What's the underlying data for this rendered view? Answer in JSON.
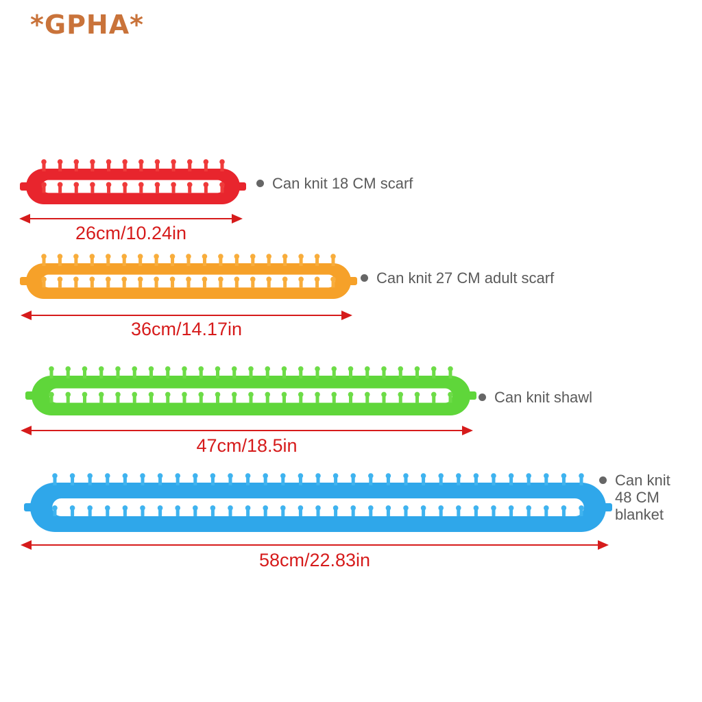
{
  "brand": {
    "text": "*GPHA*",
    "color": "#c9733a"
  },
  "looms": [
    {
      "name": "red",
      "color": "#e8252d",
      "peg_color": "#ef3a3a",
      "pegs_per_row": 12,
      "note": "Can knit 18 CM scarf",
      "size_label": "26cm/10.24in"
    },
    {
      "name": "orange",
      "color": "#f6a129",
      "peg_color": "#f8ad3c",
      "pegs_per_row": 19,
      "note": "Can knit 27 CM adult scarf",
      "size_label": "36cm/14.17in"
    },
    {
      "name": "green",
      "color": "#5fd63a",
      "peg_color": "#6ddc47",
      "pegs_per_row": 25,
      "note": "Can knit shawl",
      "size_label": "47cm/18.5in"
    },
    {
      "name": "blue",
      "color": "#2fa7ea",
      "peg_color": "#3fb3ef",
      "pegs_per_row": 31,
      "note": "Can knit\n48 CM\nblanket",
      "size_label": "58cm/22.83in"
    }
  ],
  "dimension_color": "#d61b1b",
  "bullet_color": "#666666"
}
